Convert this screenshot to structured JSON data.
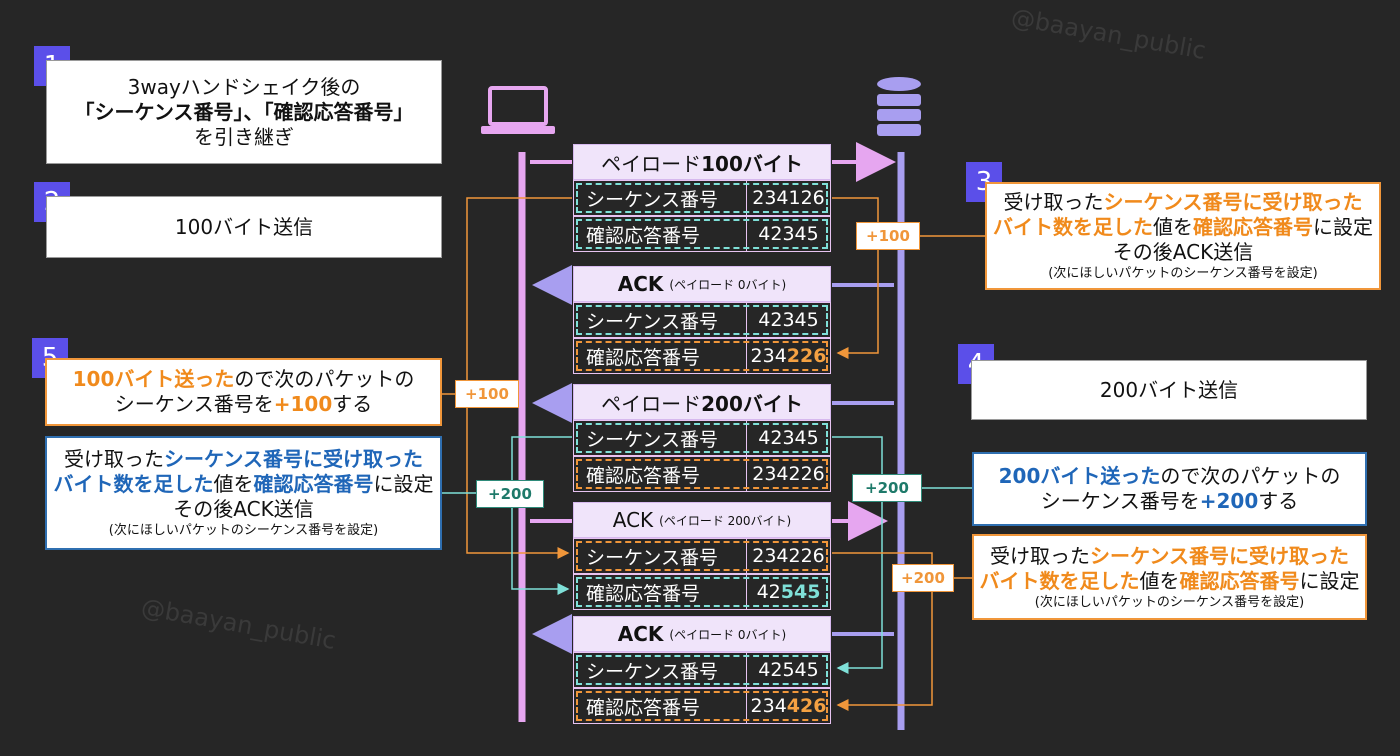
{
  "watermark": "@baayan_public",
  "steps": {
    "s1": {
      "num": "1",
      "line1": "3wayハンドシェイク後の",
      "line2": "「シーケンス番号」、「確認応答番号」",
      "line3": "を引き継ぎ"
    },
    "s2": {
      "num": "2",
      "text": "100バイト送信"
    },
    "s3": {
      "num": "3",
      "hl1": "シーケンス番号に受け取った",
      "pre1": "受け取った",
      "hl2": "バイト数を足した",
      "mid2": "値を",
      "hl3": "確認応答番号",
      "post2": "に設定",
      "line3": "その後ACK送信",
      "note": "(次にほしいパケットのシーケンス番号を設定)"
    },
    "s4": {
      "num": "4",
      "text": "200バイト送信"
    },
    "s5": {
      "num": "5",
      "hl": "100バイト送った",
      "pre": "ので次のパケットの",
      "line2a": "シーケンス番号を",
      "line2hl": "+100",
      "line2b": "する"
    },
    "left_ack": {
      "pre1": "受け取った",
      "hl1": "シーケンス番号に受け取った",
      "hl2": "バイト数を足した",
      "mid2": "値を",
      "hl3": "確認応答番号",
      "post2": "に設定",
      "line3": "その後ACK送信",
      "note": "(次にほしいパケットのシーケンス番号を設定)"
    },
    "right_200": {
      "hl": "200バイト送った",
      "pre": "ので次のパケットの",
      "line2a": "シーケンス番号を",
      "line2hl": "+200",
      "line2b": "する"
    },
    "right_ack": {
      "pre1": "受け取った",
      "hl1": "シーケンス番号に受け取った",
      "hl2": "バイト数を足した",
      "mid2": "値を",
      "hl3": "確認応答番号",
      "post2": "に設定",
      "note": "(次にほしいパケットのシーケンス番号を設定)"
    }
  },
  "labels": {
    "seq": "シーケンス番号",
    "ack": "確認応答番号"
  },
  "packets": {
    "p1": {
      "head_pre": "ペイロード ",
      "head_bold": "100バイト",
      "seq": "234126",
      "ack": "42345"
    },
    "p2": {
      "head_bold": "ACK",
      "head_small": "(ペイロード 0バイト)",
      "seq": "42345",
      "ack_pre": "234",
      "ack_hl": "226"
    },
    "p3": {
      "head_pre": "ペイロード ",
      "head_bold": "200バイト",
      "seq": "42345",
      "ack": "234226"
    },
    "p4": {
      "head_pre": "ACK",
      "head_small": "(ペイロード 200バイト)",
      "seq": "234226",
      "ack_pre": "42",
      "ack_hl": "545"
    },
    "p5": {
      "head_bold": "ACK",
      "head_small": "(ペイロード 0バイト)",
      "seq": "42545",
      "ack_pre": "234",
      "ack_hl": "426"
    }
  },
  "tags": {
    "t1": "+100",
    "t2": "+100",
    "t3": "+200",
    "t4": "+200",
    "t5": "+200"
  },
  "colors": {
    "client_line": "#e6a6f0",
    "server_line": "#a89ef0",
    "accent_orange": "#f0963a",
    "accent_teal": "#7fe0d8",
    "step_badge": "#5b4fe9"
  }
}
